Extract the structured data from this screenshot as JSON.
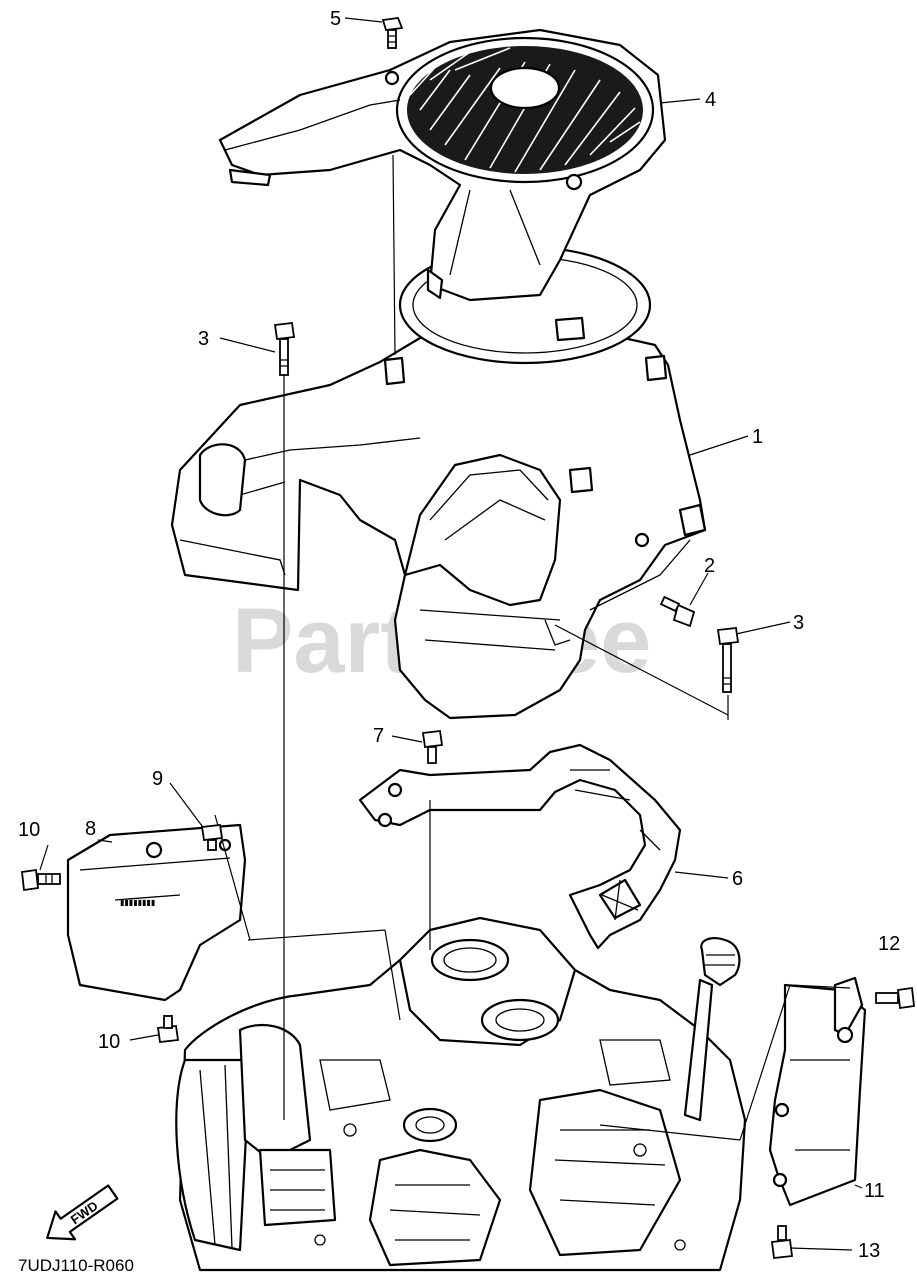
{
  "diagram": {
    "code": "7UDJ110-R060",
    "watermark": "PartsTree",
    "fwd_label": "FWD",
    "callouts": {
      "c1": "1",
      "c2": "2",
      "c3a": "3",
      "c3b": "3",
      "c4": "4",
      "c5": "5",
      "c6": "6",
      "c7": "7",
      "c8": "8",
      "c9": "9",
      "c10a": "10",
      "c10b": "10",
      "c11": "11",
      "c12": "12",
      "c13": "13"
    }
  }
}
